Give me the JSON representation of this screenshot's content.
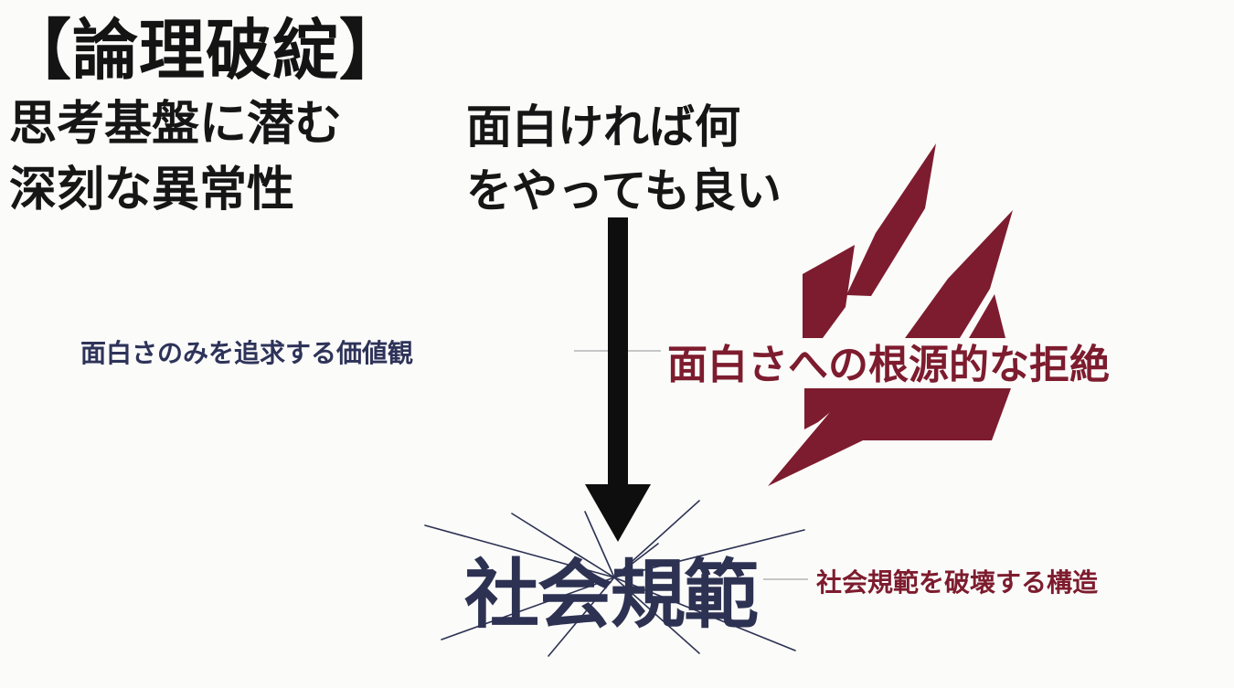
{
  "header": {
    "title": "【論理破綻】",
    "subtitle": "思考基盤に潜む\n深刻な異常性"
  },
  "diagram": {
    "premise": "面白ければ何\nをやっても良い",
    "left_label": "面白さのみを追求する価値観",
    "right_label": "面白さへの根源的な拒絶",
    "target": "社会規範",
    "target_label": "社会規範を破壊する構造"
  },
  "colors": {
    "navy": "#2d3252",
    "crimson": "#7d1c2e",
    "black": "#141414",
    "line": "#b5b5b8"
  },
  "icons": {
    "burst": "crack-burst-icon",
    "shatter": "shatter-shards-icon"
  }
}
